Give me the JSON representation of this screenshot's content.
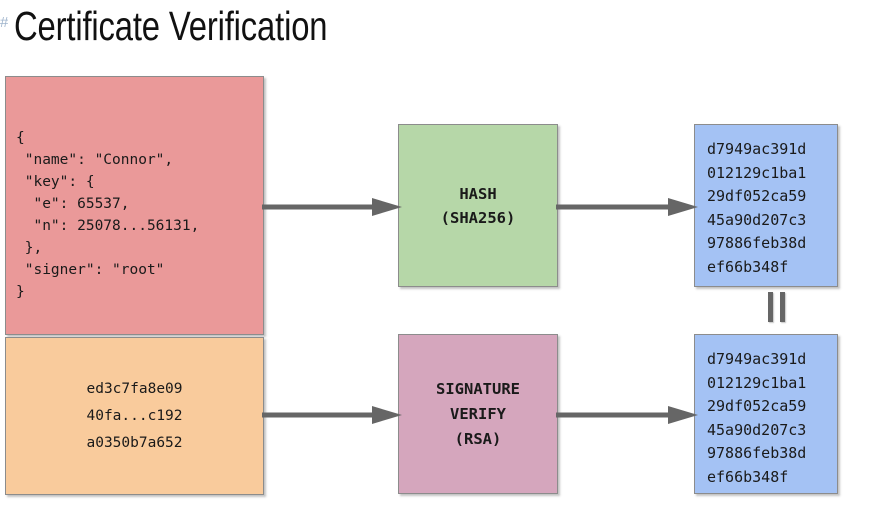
{
  "slide": {
    "heading_anchor": "#",
    "title": "Certificate Verification"
  },
  "colors": {
    "certificate": "#ea9999",
    "signature": "#f9cb9c",
    "hash_process": "#b6d7a8",
    "verify_process": "#d5a6bd",
    "digest_output": "#a4c2f4",
    "arrow": "#666666",
    "border": "#8c8c8c",
    "text": "#1a1a1a"
  },
  "diagram": {
    "certificate_box": {
      "label": "certificate-json",
      "text": "{\n \"name\": \"Connor\",\n \"key\": {\n  \"e\": 65537,\n  \"n\": 25078...56131,\n },\n \"signer\": \"root\"\n}"
    },
    "signature_box": {
      "label": "signature-bytes",
      "text": "ed3c7fa8e09\n40fa...c192\na0350b7a652"
    },
    "hash_process_box": {
      "label": "hash-process",
      "text": "HASH\n(SHA256)"
    },
    "verify_process_box": {
      "label": "signature-verify-process",
      "text": "SIGNATURE\nVERIFY\n(RSA)"
    },
    "computed_digest_box": {
      "label": "computed-digest",
      "text": "d7949ac391d\n012129c1ba1\n29df052ca59\n45a90d207c3\n97886feb38d\nef66b348f"
    },
    "recovered_digest_box": {
      "label": "recovered-digest",
      "text": "d7949ac391d\n012129c1ba1\n29df052ca59\n45a90d207c3\n97886feb38d\nef66b348f"
    },
    "equality_marker": {
      "label": "equals",
      "symbol": "=="
    },
    "arrows": [
      {
        "name": "certificate-to-hash",
        "from": "certificate-json",
        "to": "hash-process"
      },
      {
        "name": "hash-to-computed-digest",
        "from": "hash-process",
        "to": "computed-digest"
      },
      {
        "name": "signature-to-verify",
        "from": "signature-bytes",
        "to": "signature-verify-process"
      },
      {
        "name": "verify-to-recovered-digest",
        "from": "signature-verify-process",
        "to": "recovered-digest"
      }
    ]
  }
}
